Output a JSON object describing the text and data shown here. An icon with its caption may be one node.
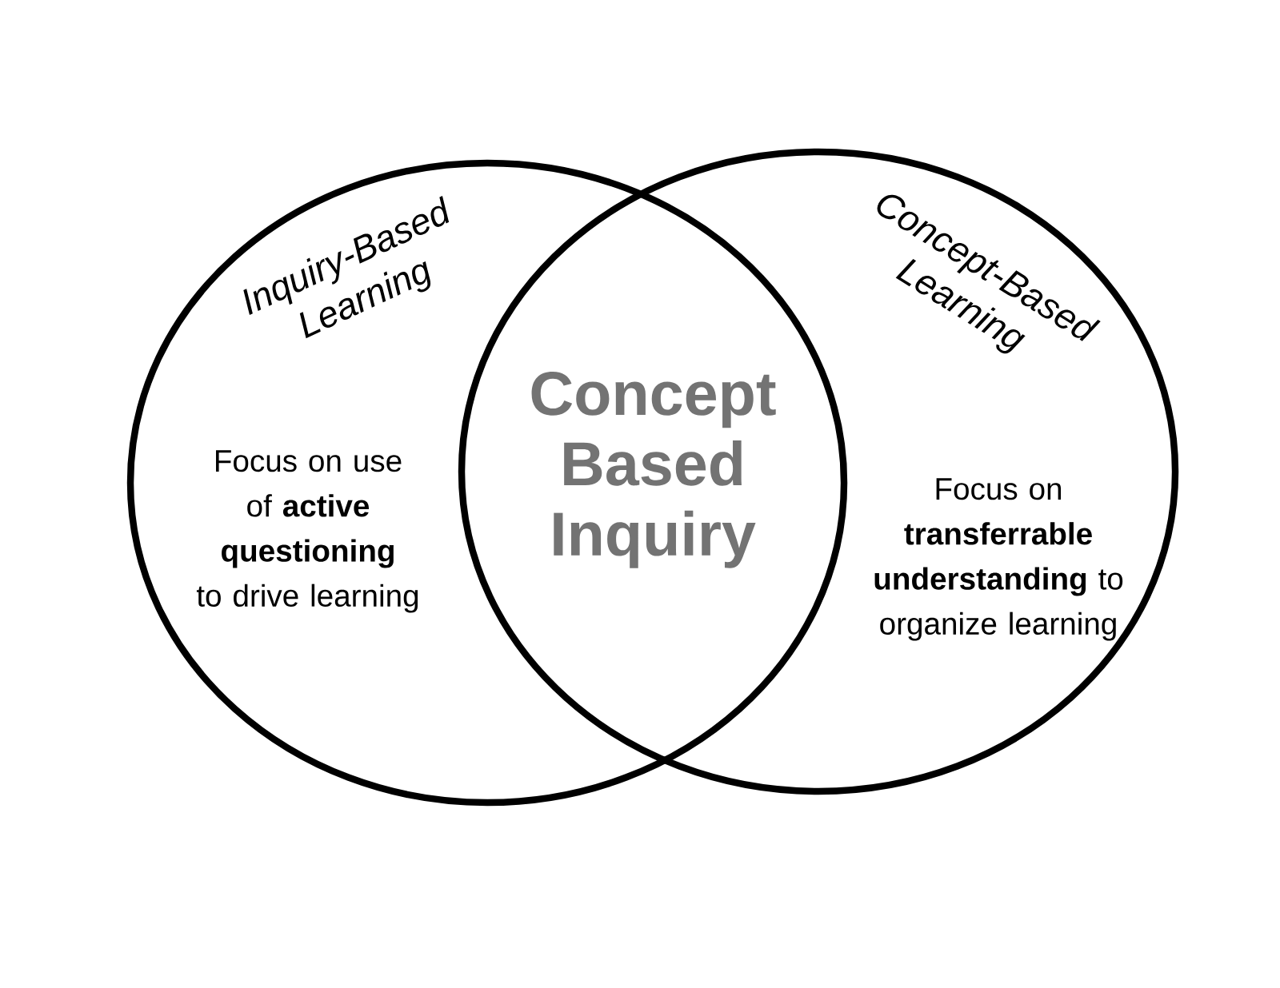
{
  "diagram": {
    "nodes": [
      {
        "text": [
          "Inquiry-Based Learning",
          "Focus on use of **active questioning** to drive learning"
        ]
      },
      {
        "text": [
          "Concept-Based Learning",
          "Focus on **transferrable understanding** to organize learning"
        ]
      }
    ],
    "labels": [
      "Concept Based Inquiry"
    ]
  }
}
